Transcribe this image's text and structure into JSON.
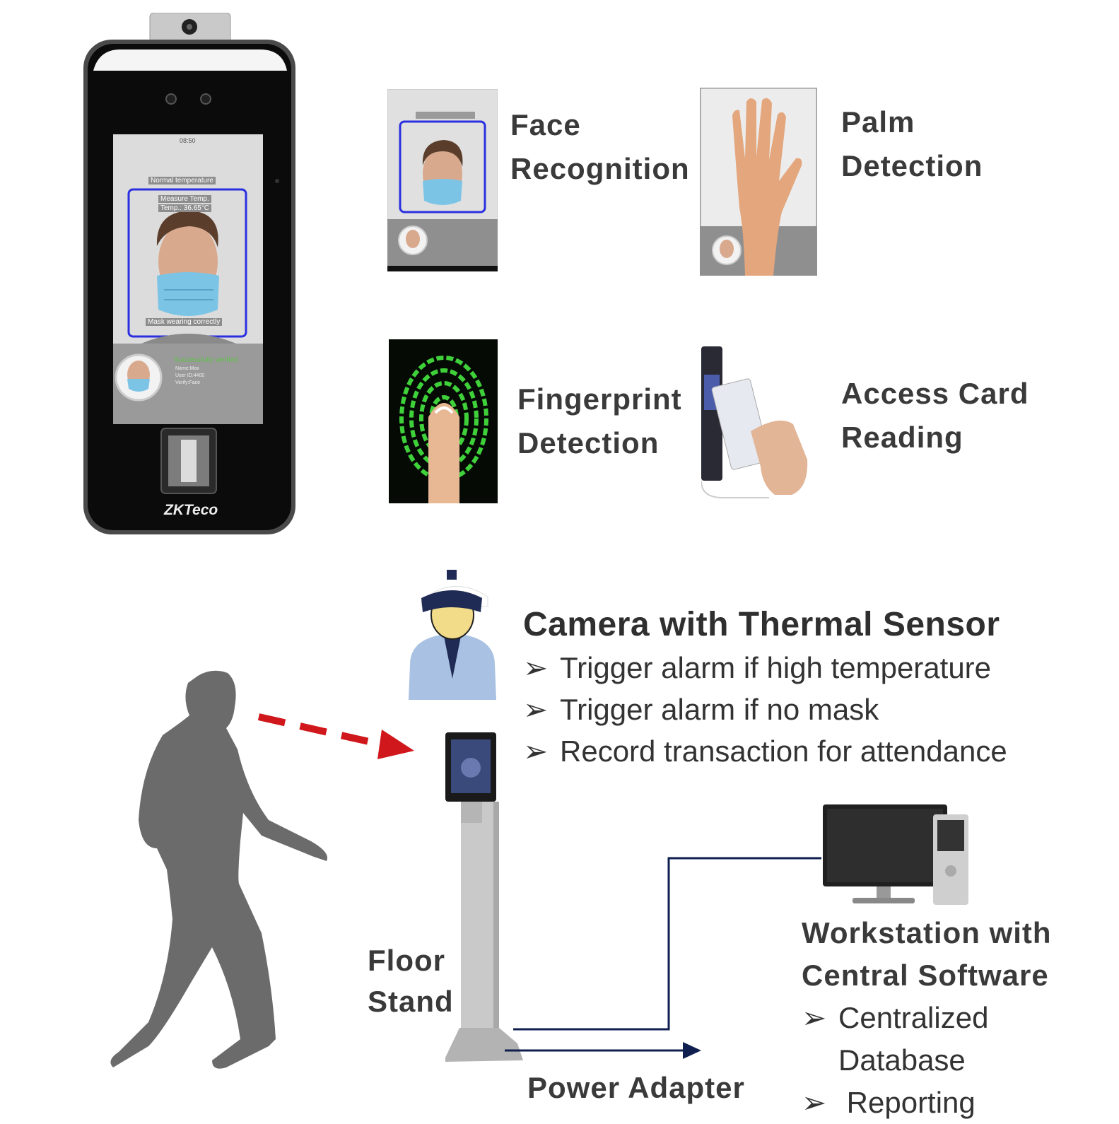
{
  "device": {
    "brand": "ZKTeco",
    "screen": {
      "status_time": "08:50",
      "top_label": "Normal temperature",
      "measure_label": "Measure Temp.",
      "temp_label": "Temp.: 36.65°C",
      "mask_label": "Mask wearing correctly",
      "verified_text": "Successfully verified",
      "name_line": "Name:Max",
      "user_id_line": "User ID:4400",
      "verify_line": "Verify:Face"
    }
  },
  "features": [
    {
      "label_line1": "Face",
      "label_line2": "Recognition"
    },
    {
      "label_line1": "Palm",
      "label_line2": "Detection"
    },
    {
      "label_line1": "Fingerprint",
      "label_line2": "Detection"
    },
    {
      "label_line1": "Access Card",
      "label_line2": "Reading"
    }
  ],
  "camera_section": {
    "title": "Camera with Thermal Sensor",
    "bullets": [
      "Trigger alarm if high temperature",
      "Trigger alarm if no mask",
      "Record transaction for attendance"
    ]
  },
  "floor_stand": {
    "line1": "Floor",
    "line2": "Stand"
  },
  "power_adapter": "Power Adapter",
  "workstation": {
    "title_line1": "Workstation with",
    "title_line2": "Central Software",
    "bullets": [
      {
        "line1": "Centralized",
        "line2": "Database"
      },
      {
        "line1": " Reporting",
        "line2": ""
      }
    ]
  },
  "colors": {
    "dashed_arrow": "#d0171b",
    "connector": "#0f1f4f",
    "face_frame": "#2b2fe0",
    "silhouette": "#6b6b6b",
    "verified_green": "#5fc14a"
  }
}
